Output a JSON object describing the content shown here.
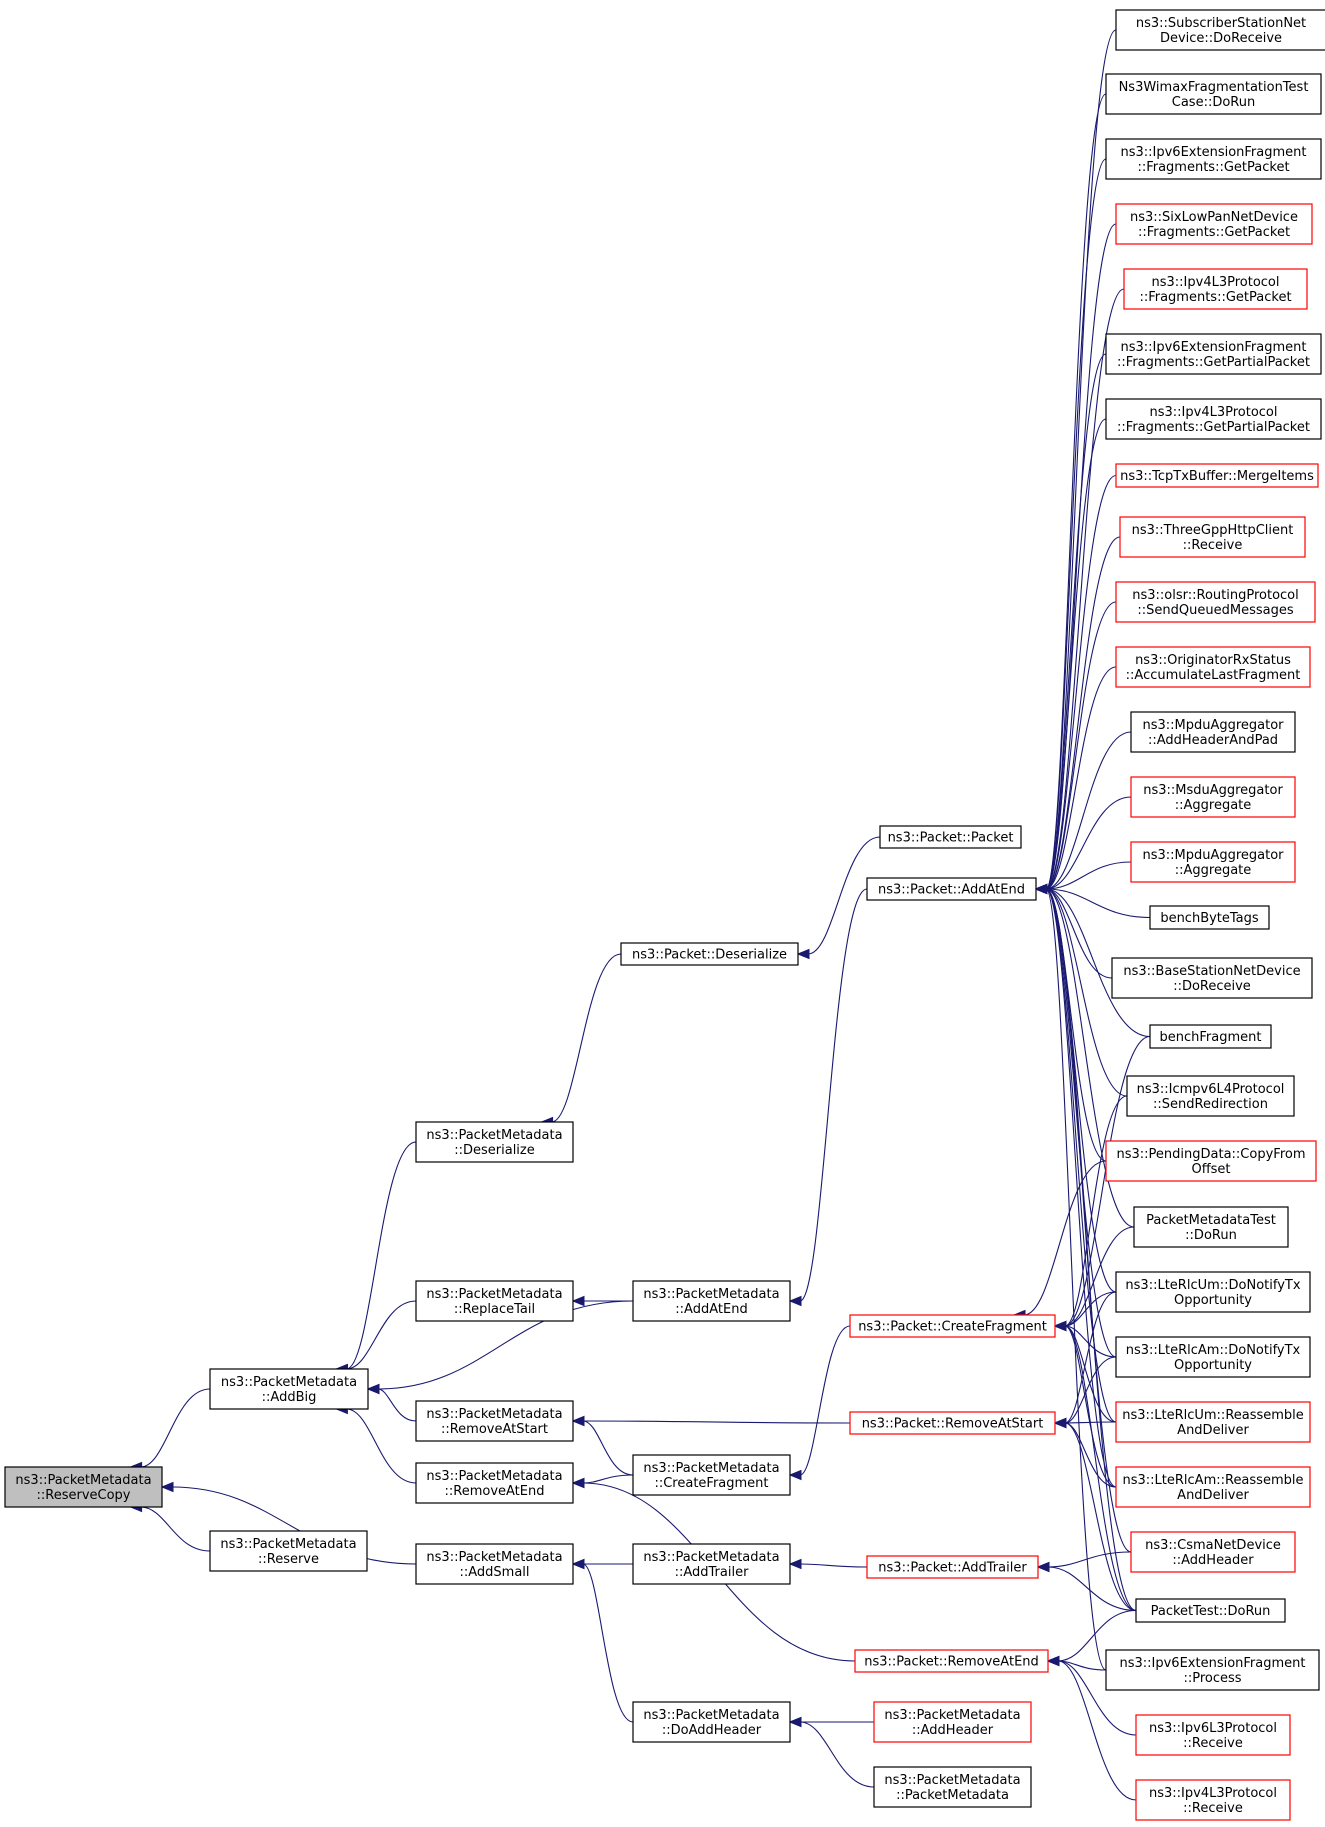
{
  "colors": {
    "edge": "#191970",
    "focus_fill": "#bfbfbf",
    "black_border": "#000000",
    "red_border": "#ff0000"
  },
  "nodes": [
    {
      "id": "reservecopy",
      "lines": [
        "ns3::PacketMetadata",
        "::ReserveCopy"
      ],
      "style": "focus"
    },
    {
      "id": "addbig",
      "lines": [
        "ns3::PacketMetadata",
        "::AddBig"
      ],
      "style": "black"
    },
    {
      "id": "reserve",
      "lines": [
        "ns3::PacketMetadata",
        "::Reserve"
      ],
      "style": "black"
    },
    {
      "id": "pm_deserialize",
      "lines": [
        "ns3::PacketMetadata",
        "::Deserialize"
      ],
      "style": "black"
    },
    {
      "id": "replacetail",
      "lines": [
        "ns3::PacketMetadata",
        "::ReplaceTail"
      ],
      "style": "black"
    },
    {
      "id": "pm_removeatstart",
      "lines": [
        "ns3::PacketMetadata",
        "::RemoveAtStart"
      ],
      "style": "black"
    },
    {
      "id": "pm_removeatend",
      "lines": [
        "ns3::PacketMetadata",
        "::RemoveAtEnd"
      ],
      "style": "black"
    },
    {
      "id": "addsmall",
      "lines": [
        "ns3::PacketMetadata",
        "::AddSmall"
      ],
      "style": "black"
    },
    {
      "id": "pm_addatend",
      "lines": [
        "ns3::PacketMetadata",
        "::AddAtEnd"
      ],
      "style": "black"
    },
    {
      "id": "pm_createfragment",
      "lines": [
        "ns3::PacketMetadata",
        "::CreateFragment"
      ],
      "style": "black"
    },
    {
      "id": "pm_addtrailer",
      "lines": [
        "ns3::PacketMetadata",
        "::AddTrailer"
      ],
      "style": "black"
    },
    {
      "id": "doaddheader",
      "lines": [
        "ns3::PacketMetadata",
        "::DoAddHeader"
      ],
      "style": "black"
    },
    {
      "id": "p_deserialize",
      "lines": [
        "ns3::Packet::Deserialize"
      ],
      "style": "black"
    },
    {
      "id": "p_packet",
      "lines": [
        "ns3::Packet::Packet"
      ],
      "style": "black"
    },
    {
      "id": "p_addatend",
      "lines": [
        "ns3::Packet::AddAtEnd"
      ],
      "style": "black"
    },
    {
      "id": "p_createfragment",
      "lines": [
        "ns3::Packet::CreateFragment"
      ],
      "style": "red"
    },
    {
      "id": "p_removeatstart",
      "lines": [
        "ns3::Packet::RemoveAtStart"
      ],
      "style": "red"
    },
    {
      "id": "p_addtrailer",
      "lines": [
        "ns3::Packet::AddTrailer"
      ],
      "style": "red"
    },
    {
      "id": "p_removeatend",
      "lines": [
        "ns3::Packet::RemoveAtEnd"
      ],
      "style": "red"
    },
    {
      "id": "pm_addheader",
      "lines": [
        "ns3::PacketMetadata",
        "::AddHeader"
      ],
      "style": "red"
    },
    {
      "id": "pm_packetmetadata",
      "lines": [
        "ns3::PacketMetadata",
        "::PacketMetadata"
      ],
      "style": "black"
    },
    {
      "id": "r1",
      "lines": [
        "ns3::SubscriberStationNet",
        "Device::DoReceive"
      ],
      "style": "black"
    },
    {
      "id": "r2",
      "lines": [
        "Ns3WimaxFragmentationTest",
        "Case::DoRun"
      ],
      "style": "black"
    },
    {
      "id": "r3",
      "lines": [
        "ns3::Ipv6ExtensionFragment",
        "::Fragments::GetPacket"
      ],
      "style": "black"
    },
    {
      "id": "r4",
      "lines": [
        "ns3::SixLowPanNetDevice",
        "::Fragments::GetPacket"
      ],
      "style": "red"
    },
    {
      "id": "r5",
      "lines": [
        "ns3::Ipv4L3Protocol",
        "::Fragments::GetPacket"
      ],
      "style": "red"
    },
    {
      "id": "r6",
      "lines": [
        "ns3::Ipv6ExtensionFragment",
        "::Fragments::GetPartialPacket"
      ],
      "style": "black"
    },
    {
      "id": "r7",
      "lines": [
        "ns3::Ipv4L3Protocol",
        "::Fragments::GetPartialPacket"
      ],
      "style": "black"
    },
    {
      "id": "r8",
      "lines": [
        "ns3::TcpTxBuffer::MergeItems"
      ],
      "style": "red"
    },
    {
      "id": "r9",
      "lines": [
        "ns3::ThreeGppHttpClient",
        "::Receive"
      ],
      "style": "red"
    },
    {
      "id": "r10",
      "lines": [
        "ns3::olsr::RoutingProtocol",
        "::SendQueuedMessages"
      ],
      "style": "red"
    },
    {
      "id": "r11",
      "lines": [
        "ns3::OriginatorRxStatus",
        "::AccumulateLastFragment"
      ],
      "style": "red"
    },
    {
      "id": "r12",
      "lines": [
        "ns3::MpduAggregator",
        "::AddHeaderAndPad"
      ],
      "style": "black"
    },
    {
      "id": "r13",
      "lines": [
        "ns3::MsduAggregator",
        "::Aggregate"
      ],
      "style": "red"
    },
    {
      "id": "r14",
      "lines": [
        "ns3::MpduAggregator",
        "::Aggregate"
      ],
      "style": "red"
    },
    {
      "id": "r15",
      "lines": [
        "benchByteTags"
      ],
      "style": "black"
    },
    {
      "id": "r16",
      "lines": [
        "ns3::BaseStationNetDevice",
        "::DoReceive"
      ],
      "style": "black"
    },
    {
      "id": "r17",
      "lines": [
        "benchFragment"
      ],
      "style": "black"
    },
    {
      "id": "r18",
      "lines": [
        "ns3::Icmpv6L4Protocol",
        "::SendRedirection"
      ],
      "style": "black"
    },
    {
      "id": "r19",
      "lines": [
        "ns3::PendingData::CopyFrom",
        "Offset"
      ],
      "style": "red"
    },
    {
      "id": "r20",
      "lines": [
        "PacketMetadataTest",
        "::DoRun"
      ],
      "style": "black"
    },
    {
      "id": "r21",
      "lines": [
        "ns3::LteRlcUm::DoNotifyTx",
        "Opportunity"
      ],
      "style": "black"
    },
    {
      "id": "r22",
      "lines": [
        "ns3::LteRlcAm::DoNotifyTx",
        "Opportunity"
      ],
      "style": "black"
    },
    {
      "id": "r23",
      "lines": [
        "ns3::LteRlcUm::Reassemble",
        "AndDeliver"
      ],
      "style": "red"
    },
    {
      "id": "r24",
      "lines": [
        "ns3::LteRlcAm::Reassemble",
        "AndDeliver"
      ],
      "style": "red"
    },
    {
      "id": "r25",
      "lines": [
        "ns3::CsmaNetDevice",
        "::AddHeader"
      ],
      "style": "red"
    },
    {
      "id": "r26",
      "lines": [
        "PacketTest::DoRun"
      ],
      "style": "black"
    },
    {
      "id": "r27",
      "lines": [
        "ns3::Ipv6ExtensionFragment",
        "::Process"
      ],
      "style": "black"
    },
    {
      "id": "r28",
      "lines": [
        "ns3::Ipv6L3Protocol",
        "::Receive"
      ],
      "style": "red"
    },
    {
      "id": "r29",
      "lines": [
        "ns3::Ipv4L3Protocol",
        "::Receive"
      ],
      "style": "red"
    }
  ],
  "edges": [
    [
      "addbig",
      "reservecopy"
    ],
    [
      "reserve",
      "reservecopy"
    ],
    [
      "addsmall",
      "reservecopy"
    ],
    [
      "pm_deserialize",
      "addbig"
    ],
    [
      "replacetail",
      "addbig"
    ],
    [
      "pm_addatend",
      "addbig"
    ],
    [
      "pm_removeatstart",
      "addbig"
    ],
    [
      "pm_removeatend",
      "addbig"
    ],
    [
      "doaddheader",
      "addsmall"
    ],
    [
      "pm_addtrailer",
      "addsmall"
    ],
    [
      "p_deserialize",
      "pm_deserialize"
    ],
    [
      "pm_addatend",
      "replacetail"
    ],
    [
      "p_removeatstart",
      "pm_removeatstart"
    ],
    [
      "pm_createfragment",
      "pm_removeatstart"
    ],
    [
      "pm_createfragment",
      "pm_removeatend"
    ],
    [
      "p_removeatend",
      "pm_removeatend"
    ],
    [
      "p_addatend",
      "pm_addatend"
    ],
    [
      "p_createfragment",
      "pm_createfragment"
    ],
    [
      "p_addtrailer",
      "pm_addtrailer"
    ],
    [
      "pm_addheader",
      "doaddheader"
    ],
    [
      "pm_packetmetadata",
      "doaddheader"
    ],
    [
      "p_packet",
      "p_deserialize"
    ],
    [
      "r1",
      "p_addatend"
    ],
    [
      "r2",
      "p_addatend"
    ],
    [
      "r3",
      "p_addatend"
    ],
    [
      "r4",
      "p_addatend"
    ],
    [
      "r5",
      "p_addatend"
    ],
    [
      "r6",
      "p_addatend"
    ],
    [
      "r7",
      "p_addatend"
    ],
    [
      "r8",
      "p_addatend"
    ],
    [
      "r9",
      "p_addatend"
    ],
    [
      "r10",
      "p_addatend"
    ],
    [
      "r11",
      "p_addatend"
    ],
    [
      "r12",
      "p_addatend"
    ],
    [
      "r13",
      "p_addatend"
    ],
    [
      "r14",
      "p_addatend"
    ],
    [
      "r15",
      "p_addatend"
    ],
    [
      "r16",
      "p_addatend"
    ],
    [
      "r17",
      "p_addatend"
    ],
    [
      "r18",
      "p_addatend"
    ],
    [
      "r19",
      "p_addatend"
    ],
    [
      "r20",
      "p_addatend"
    ],
    [
      "r21",
      "p_addatend"
    ],
    [
      "r22",
      "p_addatend"
    ],
    [
      "r23",
      "p_addatend"
    ],
    [
      "r24",
      "p_addatend"
    ],
    [
      "r25",
      "p_addatend"
    ],
    [
      "r26",
      "p_addatend"
    ],
    [
      "r27",
      "p_addatend"
    ],
    [
      "r17",
      "p_createfragment"
    ],
    [
      "r18",
      "p_createfragment"
    ],
    [
      "r19",
      "p_createfragment"
    ],
    [
      "r20",
      "p_createfragment"
    ],
    [
      "r21",
      "p_createfragment"
    ],
    [
      "r22",
      "p_createfragment"
    ],
    [
      "r23",
      "p_createfragment"
    ],
    [
      "r24",
      "p_createfragment"
    ],
    [
      "r26",
      "p_createfragment"
    ],
    [
      "r21",
      "p_removeatstart"
    ],
    [
      "r22",
      "p_removeatstart"
    ],
    [
      "r23",
      "p_removeatstart"
    ],
    [
      "r24",
      "p_removeatstart"
    ],
    [
      "r26",
      "p_removeatstart"
    ],
    [
      "r25",
      "p_addtrailer"
    ],
    [
      "r26",
      "p_addtrailer"
    ],
    [
      "r26",
      "p_removeatend"
    ],
    [
      "r27",
      "p_removeatend"
    ],
    [
      "r28",
      "p_removeatend"
    ],
    [
      "r29",
      "p_removeatend"
    ]
  ]
}
